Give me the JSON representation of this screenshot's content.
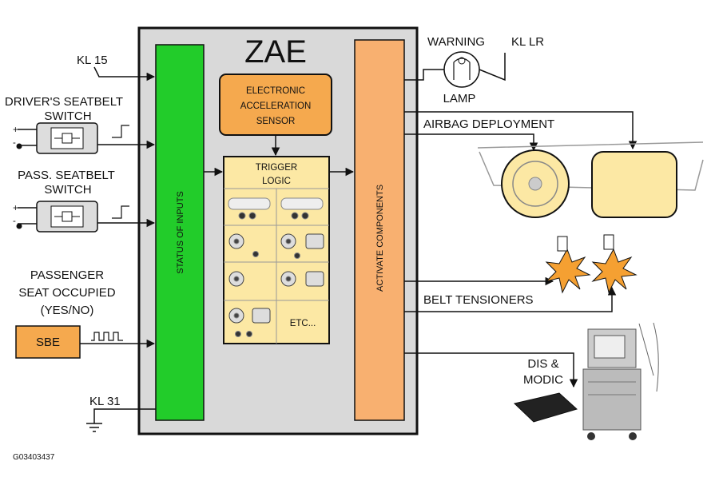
{
  "diagram": {
    "figure_id": "G03403437",
    "module": {
      "title": "ZAE"
    },
    "inputs_bar": {
      "label": "STATUS OF INPUTS",
      "color": "#22cc2a"
    },
    "outputs_bar": {
      "label": "ACTIVATE COMPONENTS",
      "color": "#f8b070"
    },
    "sensor": {
      "line1": "ELECTRONIC",
      "line2": "ACCELERATION",
      "line3": "SENSOR",
      "color": "#f5a94e"
    },
    "trigger": {
      "line1": "TRIGGER",
      "line2": "LOGIC",
      "etc": "ETC...",
      "color": "#fce8a4"
    },
    "inputs": {
      "kl15": "KL 15",
      "driver_switch": {
        "line1": "DRIVER'S SEATBELT",
        "line2": "SWITCH"
      },
      "pass_switch": {
        "line1": "PASS. SEATBELT",
        "line2": "SWITCH"
      },
      "occupied": {
        "line1": "PASSENGER",
        "line2": "SEAT OCCUPIED",
        "line3": "(YES/NO)"
      },
      "sbe": "SBE",
      "kl31": "KL 31",
      "plus": "+",
      "minus": "-"
    },
    "outputs": {
      "warning": "WARNING",
      "kl_lr": "KL LR",
      "lamp": "LAMP",
      "airbag": "AIRBAG DEPLOYMENT",
      "belt": "BELT TENSIONERS",
      "dis_line1": "DIS &",
      "dis_line2": "MODIC"
    }
  }
}
